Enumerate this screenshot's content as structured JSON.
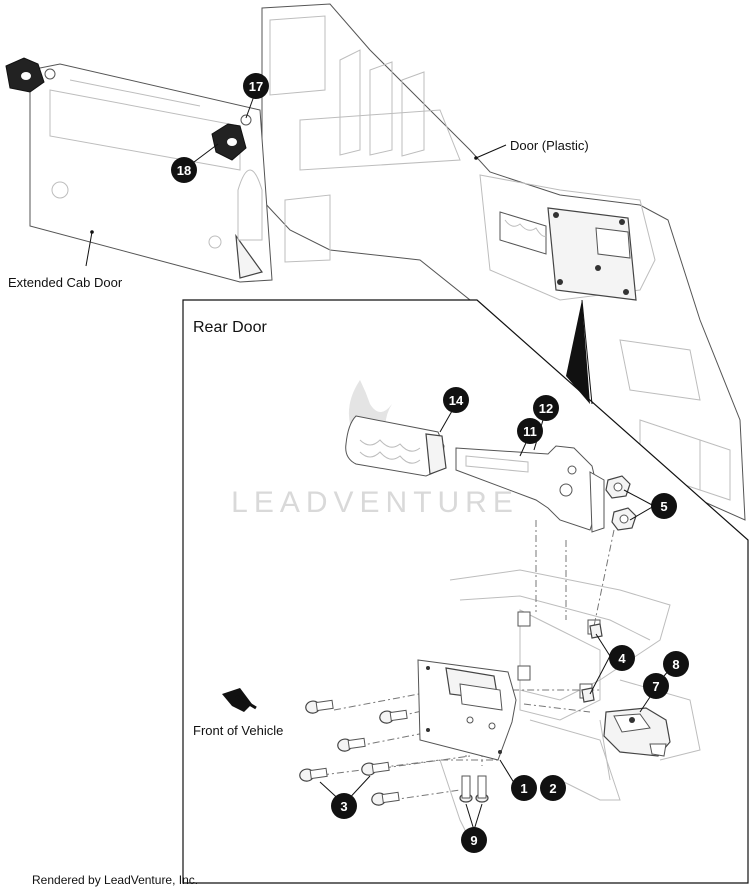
{
  "labels": {
    "extended_cab_door": "Extended Cab Door",
    "door_plastic": "Door (Plastic)",
    "rear_door": "Rear Door",
    "front_of_vehicle": "Front of Vehicle"
  },
  "watermark": "LEADVENTURE",
  "footer": "Rendered by LeadVenture, Inc.",
  "callouts": [
    "17",
    "18",
    "14",
    "12",
    "11",
    "5",
    "4",
    "8",
    "7",
    "1",
    "2",
    "3",
    "9"
  ],
  "colors": {
    "callout_fill": "#111111",
    "line": "#555555",
    "ghost": "#bdbdbd"
  }
}
